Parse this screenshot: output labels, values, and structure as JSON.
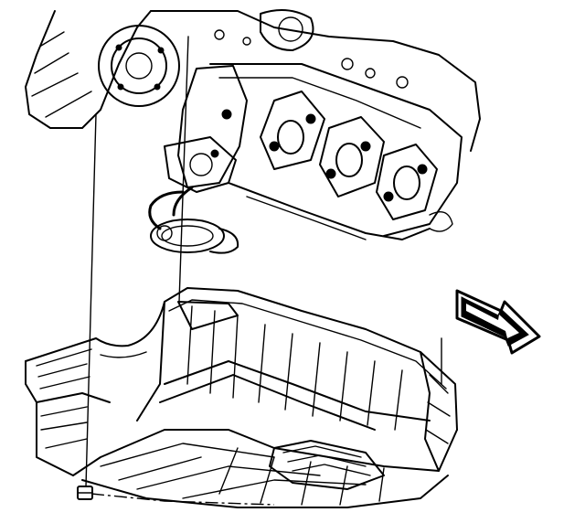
{
  "diagram": {
    "parts": [
      {
        "id": "engine-block",
        "icon": "engine-block-illustration"
      },
      {
        "id": "oil-pan",
        "icon": "oil-pan-illustration"
      },
      {
        "id": "oil-pickup-tube",
        "icon": "pickup-tube-illustration"
      },
      {
        "id": "oil-pan-bolt",
        "icon": "bolt-illustration"
      },
      {
        "id": "front-direction-arrow",
        "icon": "arrow-right-icon"
      }
    ],
    "colors": {
      "ink": "#000000",
      "background": "#ffffff"
    }
  }
}
